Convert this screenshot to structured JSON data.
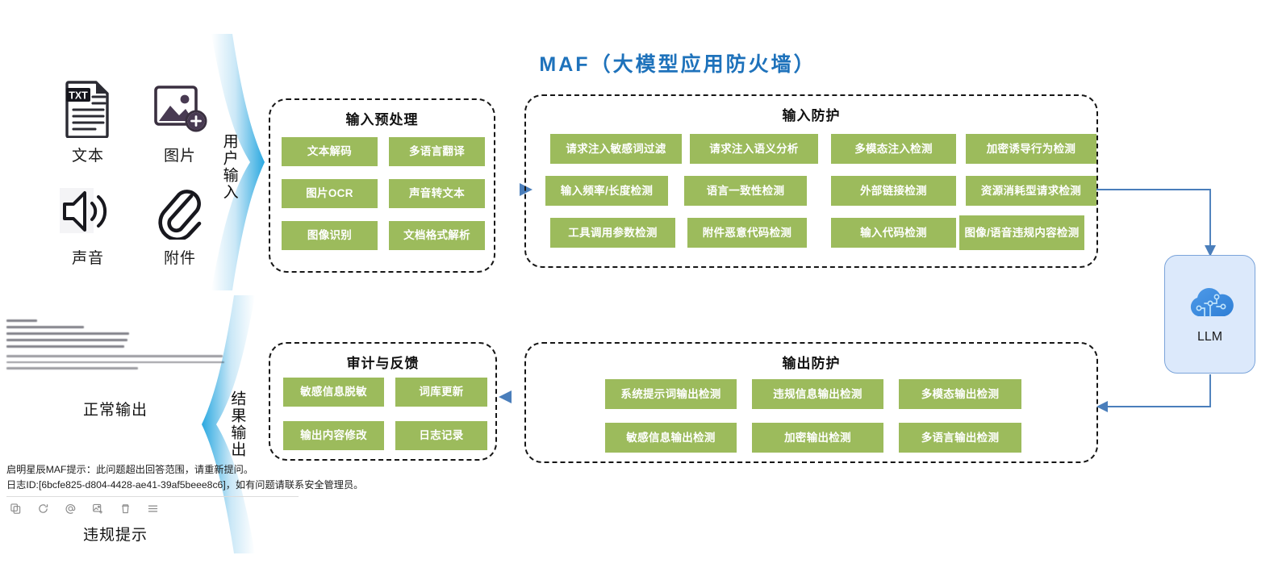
{
  "title": "MAF（大模型应用防火墙）",
  "colors": {
    "title_blue": "#1E72BB",
    "chip_green": "#9CBB5C",
    "connector_blue": "#4A7EBB",
    "llm_card_bg": "#DCE9FB",
    "panel_dash": "#161616"
  },
  "inputs": {
    "items": [
      {
        "label": "文本",
        "icon": "txt-document-icon"
      },
      {
        "label": "图片",
        "icon": "image-add-icon"
      },
      {
        "label": "声音",
        "icon": "speaker-sound-icon"
      },
      {
        "label": "附件",
        "icon": "paperclip-attachment-icon"
      }
    ]
  },
  "ribbons": {
    "input": "用户输入",
    "output": "结果输出"
  },
  "panels": {
    "input_preprocess": {
      "title": "输入预处理",
      "chips": [
        "文本解码",
        "多语言翻译",
        "图片OCR",
        "声音转文本",
        "图像识别",
        "文档格式解析"
      ]
    },
    "input_protection": {
      "title": "输入防护",
      "chips": [
        "请求注入敏感词过滤",
        "请求注入语义分析",
        "多模态注入检测",
        "加密诱导行为检测",
        "输入频率/长度检测",
        "语言一致性检测",
        "外部链接检测",
        "资源消耗型请求检测",
        "工具调用参数检测",
        "附件恶意代码检测",
        "输入代码检测",
        "图像/语音违规内容检测"
      ]
    },
    "audit_feedback": {
      "title": "审计与反馈",
      "chips": [
        "敏感信息脱敏",
        "词库更新",
        "输出内容修改",
        "日志记录"
      ]
    },
    "output_protection": {
      "title": "输出防护",
      "chips": [
        "系统提示词输出检测",
        "违规信息输出检测",
        "多模态输出检测",
        "敏感信息输出检测",
        "加密输出检测",
        "多语言输出检测"
      ]
    }
  },
  "llm": {
    "label": "LLM",
    "icon": "cloud-ai-icon"
  },
  "outputs": {
    "normal_caption": "正常输出",
    "violation_caption": "违规提示",
    "violation_message_line1": "启明星辰MAF提示：此问题超出回答范围，请重新提问。",
    "violation_message_line2": "日志ID:[6bcfe825-d804-4428-ae41-39af5beee8c6]，如有问题请联系安全管理员。",
    "toolbar_icons": [
      "copy-icon",
      "refresh-icon",
      "mention-icon",
      "save-image-icon",
      "delete-icon",
      "menu-icon"
    ]
  }
}
